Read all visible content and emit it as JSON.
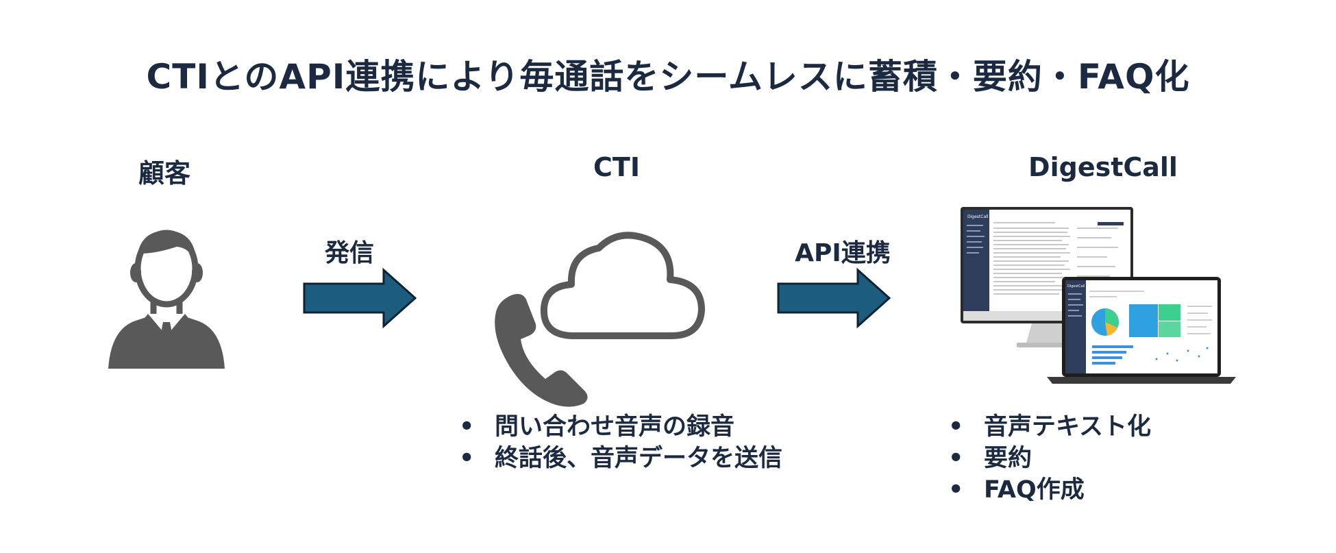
{
  "title": "CTIとのAPI連携により毎通話をシームレスに蓄積・要約・FAQ化",
  "columns": {
    "customer": {
      "label": "顧客"
    },
    "cti": {
      "label": "CTI",
      "bullets": [
        "問い合わせ音声の録音",
        "終話後、音声データを送信"
      ]
    },
    "digestcall": {
      "label": "DigestCall",
      "bullets": [
        "音声テキスト化",
        "要約",
        "FAQ作成"
      ]
    }
  },
  "arrows": [
    {
      "label": "発信"
    },
    {
      "label": "API連携"
    }
  ],
  "screens": {
    "monitor_logo": "DigestCall",
    "laptop_logo": "DigestCall"
  },
  "colors": {
    "title": "#1b2a41",
    "arrow_fill": "#1c5c7c",
    "icon_gray": "#595959",
    "sidebar_navy": "#2f3d5c",
    "pie": [
      "#2fa0e0",
      "#3ccf8e",
      "#f5b62e"
    ],
    "bar": "#3d8fe0"
  },
  "icons": [
    "person-icon",
    "cloud-icon",
    "phone-icon",
    "monitor-screenshot",
    "laptop-screenshot"
  ]
}
